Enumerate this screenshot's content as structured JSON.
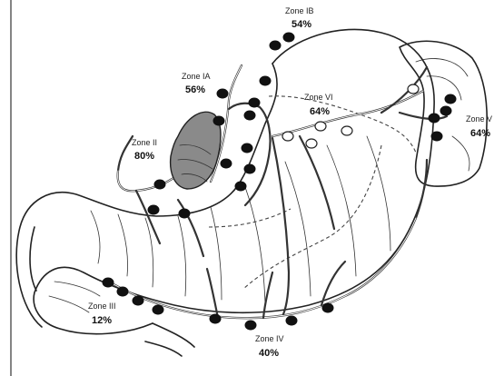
{
  "zones": [
    {
      "name": "Zone IB",
      "percent": "54%"
    },
    {
      "name": "Zone IA",
      "percent": "56%"
    },
    {
      "name": "Zone VI",
      "percent": "64%"
    },
    {
      "name": "Zone II",
      "percent": "80%"
    },
    {
      "name": "Zone V",
      "percent": "64%"
    },
    {
      "name": "Zone III",
      "percent": "12%"
    },
    {
      "name": "Zone IV",
      "percent": "40%"
    }
  ],
  "colors": {
    "line": "#222222",
    "node_metastatic": "#111111",
    "node_clear": "#ffffff",
    "background": "#ffffff"
  }
}
